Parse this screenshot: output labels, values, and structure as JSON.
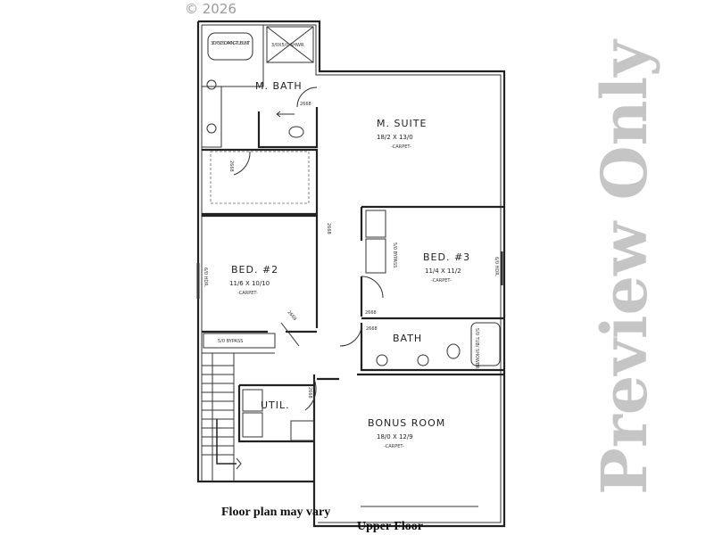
{
  "copyright": "© 2026",
  "watermark": "Preview Only",
  "rooms": {
    "m_bath": {
      "name": "M. BATH"
    },
    "m_suite": {
      "name": "M. SUITE",
      "size": "18/2 X 13/0",
      "floor": "-CARPET-"
    },
    "bed2": {
      "name": "BED. #2",
      "size": "11/6 X 10/10",
      "floor": "-CARPET-"
    },
    "bed3": {
      "name": "BED. #3",
      "size": "11/4 X 11/2",
      "floor": "-CARPET-"
    },
    "bath": {
      "name": "BATH"
    },
    "util": {
      "name": "UTIL."
    },
    "bonus": {
      "name": "BONUS ROOM",
      "size": "18/0 X 12/9",
      "floor": "-CARPET-"
    }
  },
  "fixtures": {
    "tub": "3/0 X 5/0 SOAKING TUB UNIT",
    "shower": "3/0X5/0 SHWR.",
    "bypass_bed2": "5/0 BYPASS",
    "bypass_bed3": "5/0 BYPASS",
    "tub_shower": "5/0 TUB/ SHOWER",
    "window_left": "6/0 HDR.",
    "window_right": "6/0 HDR."
  },
  "doors": [
    "2668",
    "2668",
    "2668",
    "2668",
    "2668",
    "2668",
    "2668"
  ],
  "captions": {
    "note": "Floor plan may vary",
    "title": "Upper Floor"
  }
}
